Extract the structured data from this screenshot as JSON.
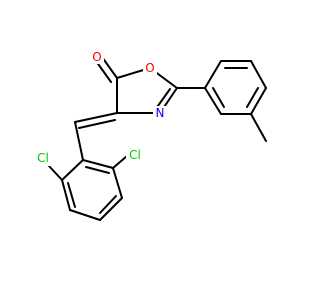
{
  "colors": {
    "background": "#ffffff",
    "bond": "#000000",
    "oxygen": "#ff0000",
    "nitrogen": "#0000ff",
    "chlorine": "#00cc00"
  },
  "atoms": {
    "o_carbonyl": "O",
    "o_ring": "O",
    "n_ring": "N",
    "cl_left": "Cl",
    "cl_right": "Cl"
  }
}
